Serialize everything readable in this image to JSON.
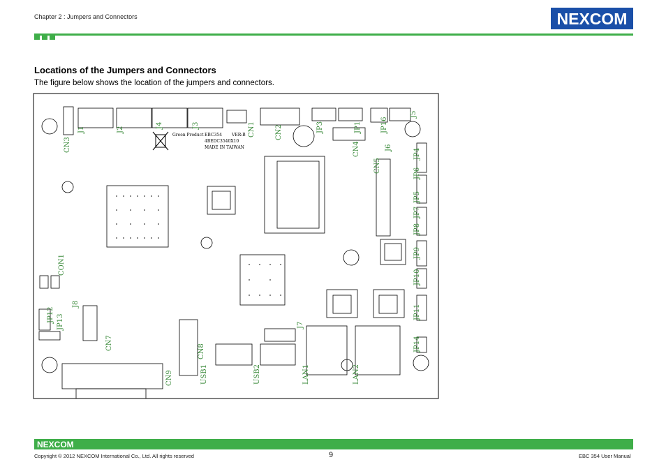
{
  "header": {
    "chapter": "Chapter 2 : Jumpers and Connectors",
    "logo": "NEXCOM"
  },
  "content": {
    "title": "Locations of the Jumpers and Connectors",
    "intro": "The figure below shows the location of the jumpers and connectors."
  },
  "figure": {
    "labels": [
      "J1",
      "J2",
      "J4",
      "J3",
      "CN1",
      "CN2",
      "JP3",
      "JP1",
      "JP16",
      "J5",
      "CN3",
      "J6",
      "CN4",
      "CN5",
      "JP4",
      "JP6",
      "JP5",
      "JP7",
      "JP8",
      "JP9",
      "JP10",
      "JP11",
      "JP14",
      "CON1",
      "J8",
      "JP12",
      "JP13",
      "CN7",
      "CN8",
      "CN9",
      "J7",
      "USB1",
      "USB2",
      "LAN1",
      "LAN2"
    ],
    "silkscreen": [
      "EBC354",
      "4BEDC3540X10",
      "VER:B",
      "MADE IN TAIWAN",
      "Green Product"
    ],
    "label_color": "#3a8a3a"
  },
  "footer": {
    "logo": "NEXCOM",
    "copyright": "Copyright © 2012 NEXCOM International Co., Ltd. All rights reserved",
    "page": "9",
    "manual": "EBC 354 User Manual"
  }
}
